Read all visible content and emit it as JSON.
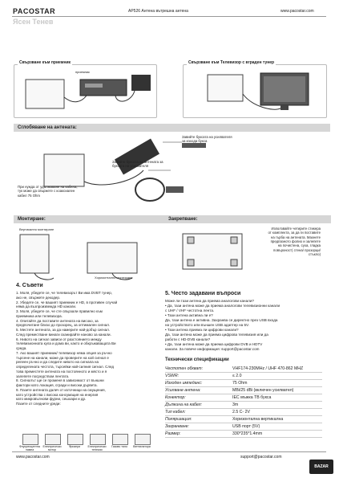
{
  "header": {
    "logo": "PACOSTAR",
    "title": "AP526 Антена вътрешна антена",
    "url": "www.pacostar.com"
  },
  "watermark": "Ясен Тенев",
  "panels": {
    "receiver": {
      "title": "Свързване към приемник",
      "label": "приемник"
    },
    "tv": {
      "title": "Свързване към Телевизор с вграден тунер"
    }
  },
  "connection": {
    "title": "Сглобяване на антената:",
    "callout_cable": [
      "Завийте буксата на усилвателя",
      "за изхода букса"
    ],
    "callout_amp": [
      "Завийте буксата на антената за",
      "буксата на усилвателя"
    ],
    "callout_extend": [
      "При нужда от удължаване на кабела,",
      "тук може да свържете с коаксиален",
      "кабел 75 Ohm"
    ]
  },
  "mounting": {
    "title": "Монтиране:",
    "vertical": "Вертикално монтиране",
    "horizontal": "Хоризонтално монтиране"
  },
  "fixing": {
    "title": "Закрепване:",
    "text": [
      "Използвайте четирите стикера",
      "от комплекта, за да ги поставите",
      "на гърба на антената. Махнете",
      "предпазното фолио и залепете",
      "на почистена, суха, гладка",
      "повърхност( стена/ прозорци/",
      "стъкло)"
    ]
  },
  "tips": {
    "title": "4. Съвети",
    "items": [
      "1. Моля, убедете се, че телевизорът Ви има DVBT тунер,",
      "ако не, свържете декодер.",
      "2. Убедете се, че вашият приемник е HD, в противен случай",
      "няма да възпроизвежда HD канали.",
      "3. Моля, убедете се, че сте свързали правилно към",
      "приемника или телевизора.",
      "4. Опитайте да поставите антената на високо, за",
      "предпочитане близо до прозорец, за оптимален сигнал.",
      "5. Местете антената, за да намерите най-добър сигнал.",
      "След преместване винаги сканирайте наново за канали.",
      "6. Нивото на сигнал зависи от разстоянието между",
      "телевизионната кула и дома ви, както и обкръжаващата Ви",
      "среда.",
      "7. Ако вашият приемник/ телевизор няма опция за ръчно",
      "търсене на канали, може да проверите на кой сигнал е",
      "релеен ръчно и да следите нивото на сигнала на",
      "определената честота, търсейки най-силния сигнал. След",
      "това преместете антената на постоянното и място и я",
      "залепете посредством лентата.",
      "8. Сигналът ще се променя в зависимост от външни",
      "фактори като локация, сгради и високи дървета.",
      "9. Пазете антената далеч от източници на смущения,",
      "като устройства с висока консумация на енергия",
      "като микровълнови фурни, сешоари и др.",
      "Пазете от следните уреди:"
    ],
    "appliances": [
      "Флуоресцентна лампа",
      "Електрически мотор",
      "Фризери",
      "Електрически тенекии",
      "Газово тяло",
      "Вентилатори"
    ]
  },
  "faq": {
    "title": "5. Често задавани въпроси",
    "items": [
      "Може ли тази антена да приема аналогови канали?",
      "• Да, тази антена може да приема аналогови телевизионни канали",
      "с UHF / VHF честотна лента.",
      "• Тази антена активна ли е?",
      "Да, тази антена е активна. Захранва се директно през USB входа",
      "на устройството или външен USB адаптер на 5V.",
      "• Тази антена приема ли цифрови канали?",
      "Да, тази антена може да приема цифрова телевизия или да",
      "работи с HD-DVB канали?",
      "• Да, тази антена може да приема цифрови DVB и HDTV",
      "канали. За повече информация: support@pacostar.com"
    ]
  },
  "specs": {
    "title": "Технически спецификации",
    "rows": [
      {
        "k": "Честотен обхват:",
        "v": "VHF174-230MHz / UHF 470-862 MHZ"
      },
      {
        "k": "VSWR:",
        "v": "≤ 2.0"
      },
      {
        "k": "Изходен импеданс:",
        "v": "75 Ohm"
      },
      {
        "k": "Усилване антена:",
        "v": "MBi/25 dBi (включен усилвател)"
      },
      {
        "k": "Конектор:",
        "v": "IEC мъжка ТВ букса"
      },
      {
        "k": "Дължина на кабел:",
        "v": "3m"
      },
      {
        "k": "Тип кабел:",
        "v": "2.5 C- 2V"
      },
      {
        "k": "Поляризация:",
        "v": "Хоризонтална вертикална"
      },
      {
        "k": "Захранване:",
        "v": "USB порт (5V)"
      },
      {
        "k": "Размер:",
        "v": "330*235*1.4mm"
      }
    ]
  },
  "footer": {
    "url": "www.pacostar.com",
    "email": "support@pacostar.com",
    "badge": "BAZAR"
  }
}
